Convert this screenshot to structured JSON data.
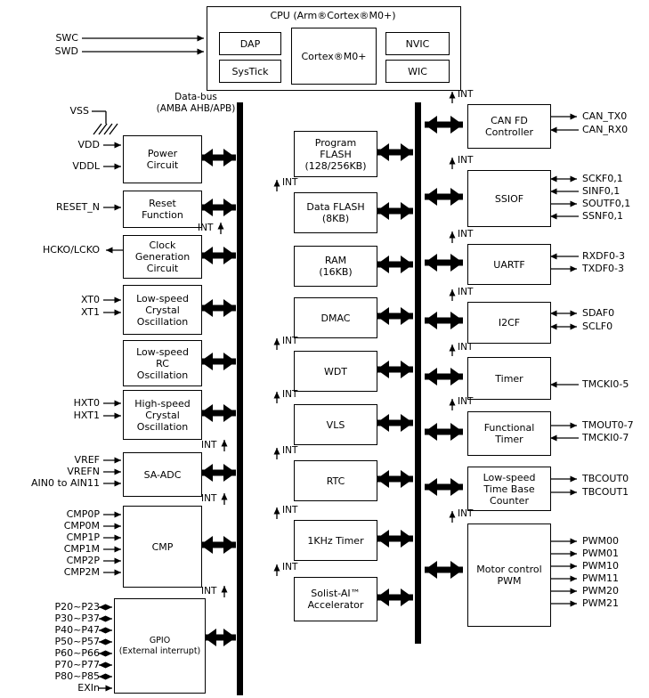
{
  "int": "INT",
  "bus": {
    "name": "Data-bus",
    "detail": "(AMBA AHB/APB)"
  },
  "cpu": {
    "title": "CPU (Arm®Cortex®M0+)",
    "dap": "DAP",
    "systick": "SysTick",
    "core": "Cortex®M0+",
    "nvic": "NVIC",
    "wic": "WIC"
  },
  "debug": {
    "swc": "SWC",
    "swd": "SWD"
  },
  "blocks": {
    "power": "Power\nCircuit",
    "reset": "Reset\nFunction",
    "clockgen": "Clock\nGeneration\nCircuit",
    "ls_xtal": "Low-speed\nCrystal\nOscillation",
    "ls_rc": "Low-speed\nRC\nOscillation",
    "hs_xtal": "High-speed\nCrystal\nOscillation",
    "sa_adc": "SA-ADC",
    "cmp": "CMP",
    "gpio": "GPIO\n(External interrupt)",
    "program_flash": "Program\nFLASH\n(128/256KB)",
    "data_flash": "Data FLASH\n(8KB)",
    "ram": "RAM\n(16KB)",
    "dmac": "DMAC",
    "wdt": "WDT",
    "vls": "VLS",
    "rtc": "RTC",
    "khz_timer": "1KHz Timer",
    "solist": "Solist-AI™\nAccelerator",
    "canfd": "CAN FD\nController",
    "ssiof": "SSIOF",
    "uartf": "UARTF",
    "i2cf": "I2CF",
    "timer": "Timer",
    "functional_timer": "Functional\nTimer",
    "timebase": "Low-speed\nTime Base\nCounter",
    "motor_pwm": "Motor control\nPWM"
  },
  "pins": {
    "vss": "VSS",
    "vdd": "VDD",
    "vddl": "VDDL",
    "reset_n": "RESET_N",
    "hcko": "HCKO/LCKO",
    "xt0": "XT0",
    "xt1": "XT1",
    "hxt0": "HXT0",
    "hxt1": "HXT1",
    "vref": "VREF",
    "vrefn": "VREFN",
    "ain": "AIN0 to AIN11",
    "cmp0p": "CMP0P",
    "cmp0m": "CMP0M",
    "cmp1p": "CMP1P",
    "cmp1m": "CMP1M",
    "cmp2p": "CMP2P",
    "cmp2m": "CMP2M",
    "p2": "P20~P23",
    "p3": "P30~P37",
    "p4": "P40~P47",
    "p5": "P50~P57",
    "p6": "P60~P66",
    "p7": "P70~P77",
    "p8": "P80~P85",
    "exin": "EXIn",
    "can_tx0": "CAN_TX0",
    "can_rx0": "CAN_RX0",
    "sckf": "SCKF0,1",
    "sinf": "SINF0,1",
    "soutf": "SOUTF0,1",
    "ssnf": "SSNF0,1",
    "rxdf": "RXDF0-3",
    "txdf": "TXDF0-3",
    "sdaf0": "SDAF0",
    "sclf0": "SCLF0",
    "tmcki05": "TMCKI0-5",
    "tmout07": "TMOUT0-7",
    "tmcki07": "TMCKI0-7",
    "tbcout0": "TBCOUT0",
    "tbcout1": "TBCOUT1",
    "pwm00": "PWM00",
    "pwm01": "PWM01",
    "pwm10": "PWM10",
    "pwm11": "PWM11",
    "pwm20": "PWM20",
    "pwm21": "PWM21"
  }
}
